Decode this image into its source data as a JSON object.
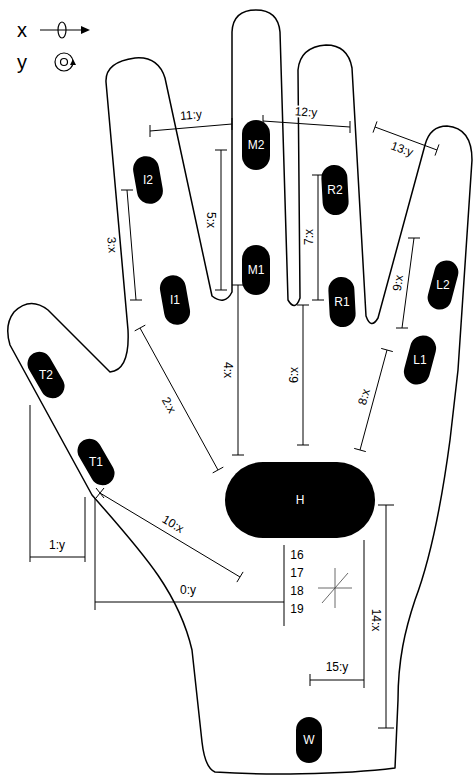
{
  "diagram": {
    "nodes": [
      {
        "text": [
          "M2"
        ]
      },
      {
        "text": [
          "I2"
        ]
      },
      {
        "text": [
          "R2"
        ]
      },
      {
        "text": [
          "L2"
        ]
      },
      {
        "text": [
          "M1"
        ]
      },
      {
        "text": [
          "I1"
        ]
      },
      {
        "text": [
          "R1"
        ]
      },
      {
        "text": [
          "L1"
        ]
      },
      {
        "text": [
          "T2"
        ]
      },
      {
        "text": [
          "T1"
        ]
      },
      {
        "text": [
          "H"
        ]
      },
      {
        "text": [
          "W"
        ]
      }
    ],
    "labels": [
      "11:y",
      "12:y",
      "13:y",
      "5:x",
      "3:x",
      "7:x",
      "9:x",
      "2:x",
      "4:x",
      "6:x",
      "8:x",
      "10:x",
      "16",
      "17",
      "18",
      "19",
      "1:y",
      "0:y",
      "15:y",
      "14:x"
    ],
    "legend": [
      {
        "text": "x"
      },
      {
        "text": "y"
      }
    ]
  }
}
